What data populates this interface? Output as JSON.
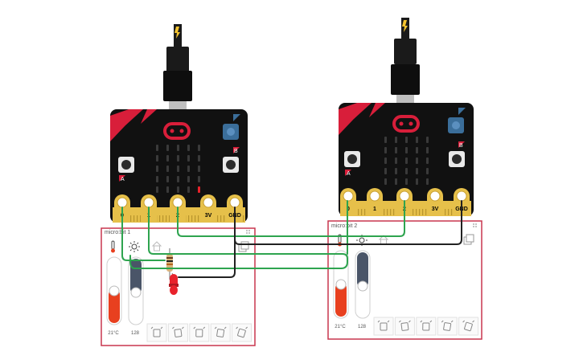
{
  "boards": [
    {
      "pins": [
        "0",
        "1",
        "2",
        "3V",
        "GND"
      ],
      "button_a_label": "A",
      "button_b_label": "B",
      "lit_led": {
        "row": 4,
        "col": 4
      },
      "panel": {
        "title": "micro:bit 1",
        "temperature": "21°C",
        "light": "128",
        "temperature_level": 0.45,
        "light_level": 0.55
      }
    },
    {
      "pins": [
        "0",
        "1",
        "2",
        "3V",
        "GND"
      ],
      "button_a_label": "A",
      "button_b_label": "B",
      "lit_led": null,
      "panel": {
        "title": "micro:bit 2",
        "temperature": "21°C",
        "light": "128",
        "temperature_level": 0.45,
        "light_level": 0.55
      }
    }
  ],
  "colors": {
    "board": "#111111",
    "accent": "#d81e3a",
    "gold": "#e6c04a",
    "wire_green": "#2ea44f",
    "wire_black": "#222222",
    "panel_border": "#c9364e",
    "led_red": "#e8222b",
    "temp_red": "#e8401f",
    "light_slider": "#4a5568",
    "button_blue": "#3b6e9a"
  },
  "icons": {
    "thermometer": "thermometer-icon",
    "light": "sun-icon",
    "home": "home-icon",
    "gestures": [
      "shake-icon",
      "tilt-left-icon",
      "tilt-right-icon",
      "tilt-up-icon",
      "tilt-down-icon"
    ]
  }
}
